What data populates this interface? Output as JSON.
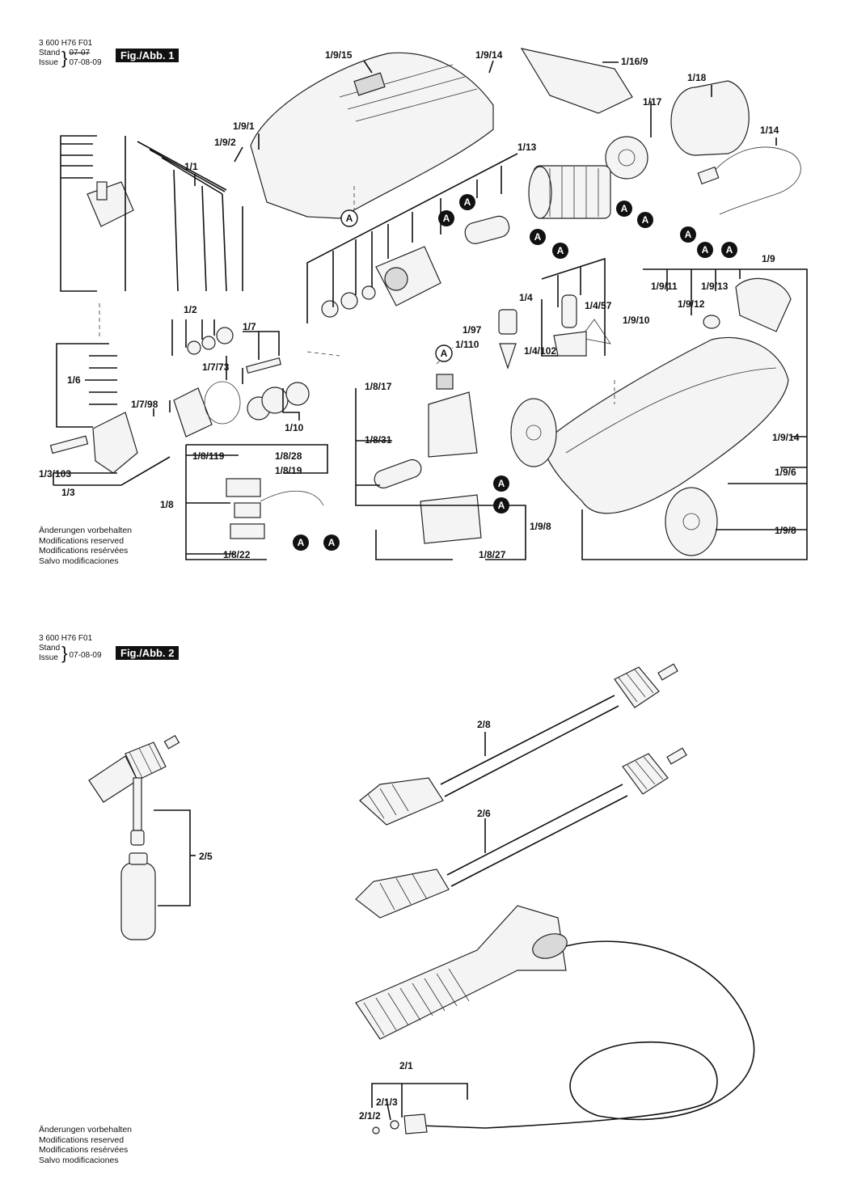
{
  "fig1": {
    "doc_number": "3 600 H76 F01",
    "stand_label": "Stand",
    "issue_label": "Issue",
    "old_date": "07-07",
    "date": "07-08-09",
    "fig_tag": "Fig./Abb. 1",
    "notes": [
      "Änderungen vorbehalten",
      "Modifications reserved",
      "Modifications resérvées",
      "Salvo modificaciones"
    ],
    "connector": "A",
    "labels": {
      "p1_9_15": "1/9/15",
      "p1_9_14a": "1/9/14",
      "p1_16_9": "1/16/9",
      "p1_18": "1/18",
      "p1_17": "1/17",
      "p1_14": "1/14",
      "p1_9_1": "1/9/1",
      "p1_9_2": "1/9/2",
      "p1_1": "1/1",
      "p1_13": "1/13",
      "p1_9": "1/9",
      "p1_9_11": "1/9/11",
      "p1_9_13": "1/9/13",
      "p1_9_12": "1/9/12",
      "p1_9_10": "1/9/10",
      "p1_4": "1/4",
      "p1_4_57": "1/4/57",
      "p1_4_102": "1/4/102",
      "p1_97": "1/97",
      "p1_110": "1/110",
      "p1_2": "1/2",
      "p1_7": "1/7",
      "p1_6": "1/6",
      "p1_7_73": "1/7/73",
      "p1_7_98": "1/7/98",
      "p1_10": "1/10",
      "p1_8_17": "1/8/17",
      "p1_8_31": "1/8/31",
      "p1_8_119": "1/8/119",
      "p1_8_28": "1/8/28",
      "p1_8_19": "1/8/19",
      "p1_3_103": "1/3/103",
      "p1_3": "1/3",
      "p1_8": "1/8",
      "p1_8_22": "1/8/22",
      "p1_8_27": "1/8/27",
      "p1_9_8a": "1/9/8",
      "p1_9_8b": "1/9/8",
      "p1_9_14b": "1/9/14",
      "p1_9_6": "1/9/6"
    }
  },
  "fig2": {
    "doc_number": "3 600 H76 F01",
    "stand_label": "Stand",
    "issue_label": "Issue",
    "date": "07-08-09",
    "fig_tag": "Fig./Abb. 2",
    "notes": [
      "Änderungen vorbehalten",
      "Modifications reserved",
      "Modifications resérvées",
      "Salvo modificaciones"
    ],
    "labels": {
      "p2_8": "2/8",
      "p2_6": "2/6",
      "p2_5": "2/5",
      "p2_1": "2/1",
      "p2_1_3": "2/1/3",
      "p2_1_2": "2/1/2"
    }
  },
  "colors": {
    "ink": "#111111",
    "paper": "#ffffff",
    "tag_bg": "#111111"
  }
}
